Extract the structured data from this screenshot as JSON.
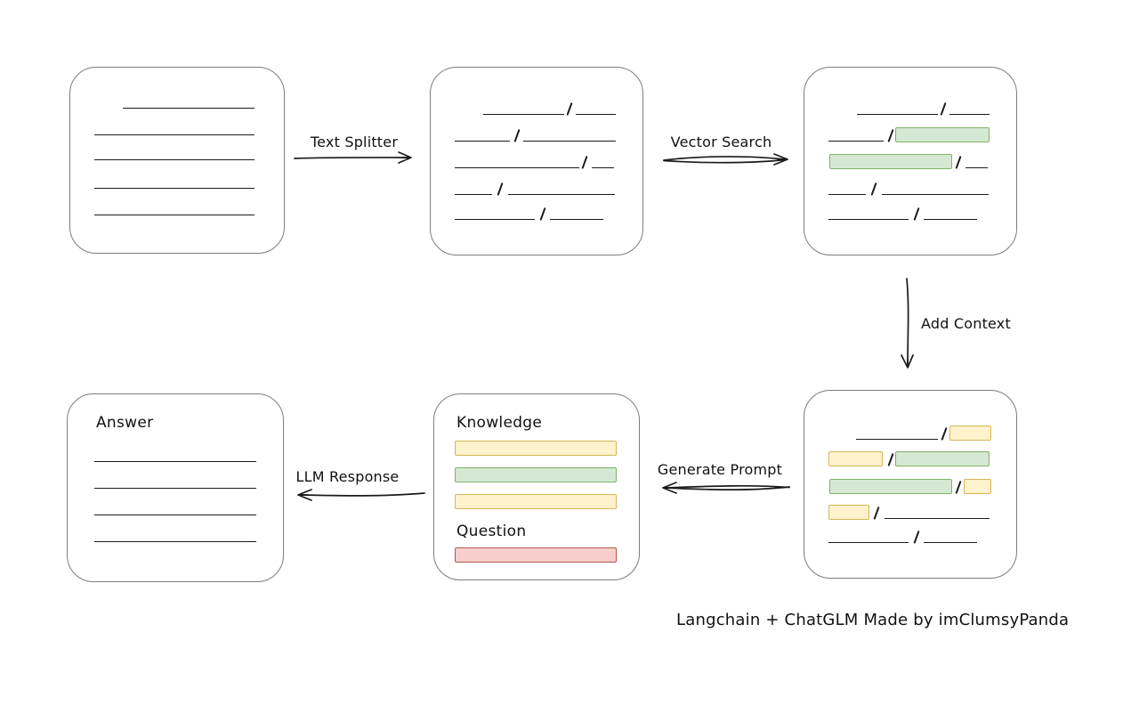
{
  "caption": "Langchain + ChatGLM Made by imClumsyPanda",
  "colors": {
    "background": "#ffffff",
    "box_border": "#7d7d7d",
    "stroke": "#1a1a1a",
    "green_fill": "#d5e8d4",
    "green_border": "#82b366",
    "yellow_fill": "#fff2cc",
    "yellow_border": "#d6b656",
    "red_fill": "#f8cecc",
    "red_border": "#b85450"
  },
  "nodes": {
    "prompt": {
      "knowledge_label": "Knowledge",
      "question_label": "Question"
    },
    "answer": {
      "label": "Answer"
    }
  },
  "arrows": {
    "text_splitter": {
      "label": "Text Splitter",
      "direction": "right"
    },
    "vector_search": {
      "label": "Vector Search",
      "direction": "right"
    },
    "add_context": {
      "label": "Add Context",
      "direction": "down"
    },
    "generate_prompt": {
      "label": "Generate Prompt",
      "direction": "left"
    },
    "llm_response": {
      "label": "LLM Response",
      "direction": "left"
    }
  }
}
